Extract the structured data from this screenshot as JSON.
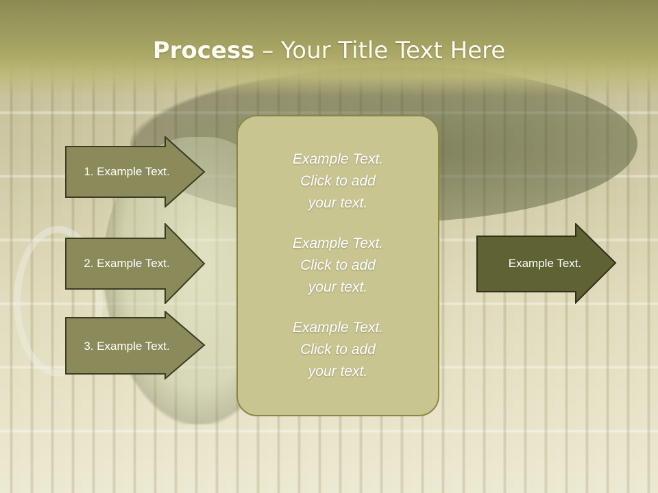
{
  "slide": {
    "title_bold": "Process",
    "title_rest": " – Your Title Text Here"
  },
  "left_arrows": [
    {
      "label": "1. Example Text."
    },
    {
      "label": "2. Example Text."
    },
    {
      "label": "3. Example Text."
    }
  ],
  "center_box": {
    "paragraphs": [
      "Example Text.\nClick  to add\nyour text.",
      "Example Text.\nClick  to add\nyour text.",
      "Example Text.\nClick  to add\nyour text."
    ]
  },
  "right_arrow": {
    "label": "Example Text."
  },
  "colors": {
    "arrow_fill": "#8a8a5a",
    "arrow_border": "#3c3c22",
    "right_arrow_fill": "#5f6233",
    "center_fill": "#c8c591",
    "center_border": "#8a8746",
    "title_band": "#a9a764"
  }
}
